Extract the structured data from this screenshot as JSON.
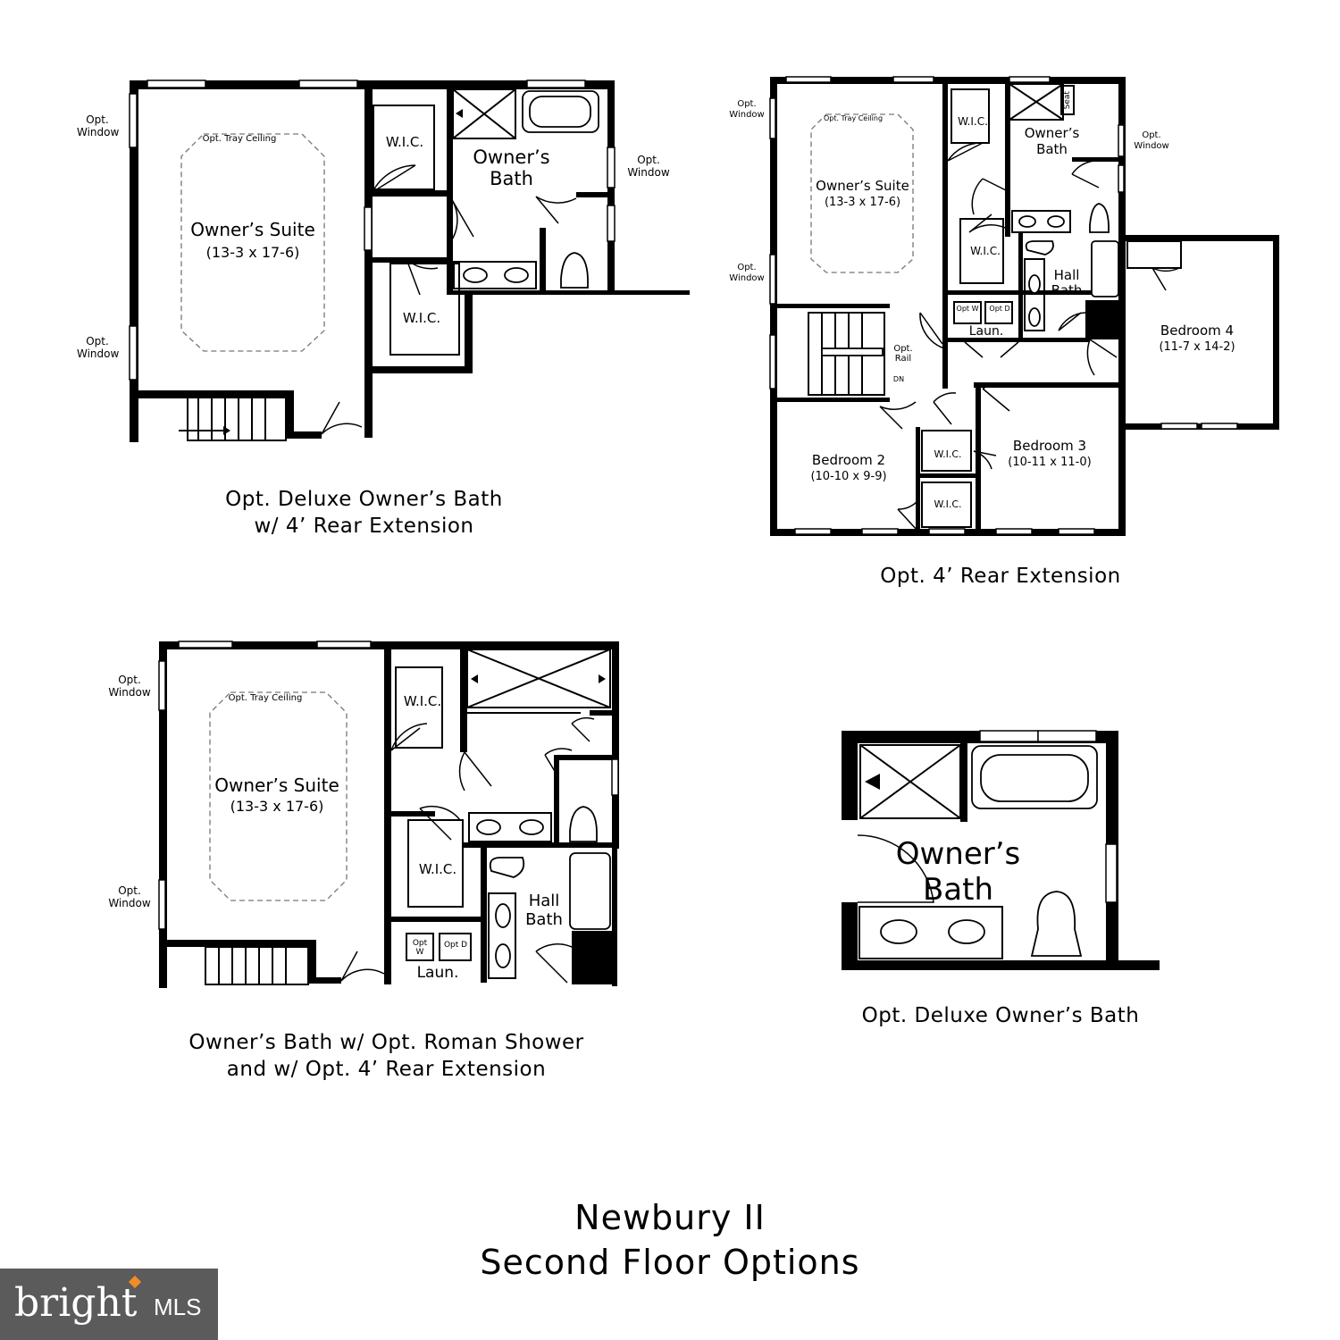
{
  "title": {
    "line1": "Newbury II",
    "line2": "Second Floor Options"
  },
  "logo": {
    "brand": "bright",
    "suffix": "MLS"
  },
  "plan_a": {
    "caption_line1": "Opt. Deluxe Owner’s Bath",
    "caption_line2": "w/ 4’ Rear Extension",
    "opt_window": "Opt. Window",
    "tray": "Opt. Tray Ceiling",
    "suite_name": "Owner’s Suite",
    "suite_size": "(13-3 x 17-6)",
    "wic": "W.I.C.",
    "bath": "Owner’s Bath"
  },
  "plan_b": {
    "caption": "Opt. 4’ Rear Extension",
    "opt_window": "Opt. Window",
    "tray": "Opt. Tray Ceiling",
    "suite_name": "Owner’s Suite",
    "suite_size": "(13-3 x 17-6)",
    "wic": "W.I.C.",
    "bath": "Owner’s Bath",
    "seat": "Seat",
    "hall_bath": "Hall Bath",
    "laundry": "Laun.",
    "opt_w": "Opt W",
    "opt_d": "Opt D",
    "opt_rail": "Opt. Rail",
    "dn": "DN",
    "bedroom2": "Bedroom 2",
    "bedroom2_size": "(10-10 x 9-9)",
    "bedroom3": "Bedroom 3",
    "bedroom3_size": "(10-11 x 11-0)",
    "bedroom4": "Bedroom 4",
    "bedroom4_size": "(11-7 x 14-2)"
  },
  "plan_c": {
    "caption_line1": "Owner’s Bath w/ Opt. Roman Shower",
    "caption_line2": "and w/ Opt. 4’ Rear Extension",
    "opt_window": "Opt. Window",
    "tray": "Opt. Tray Ceiling",
    "suite_name": "Owner’s Suite",
    "suite_size": "(13-3 x 17-6)",
    "wic": "W.I.C.",
    "hall_bath": "Hall Bath",
    "laundry": "Laun.",
    "opt_w": "Opt W",
    "opt_d": "Opt D"
  },
  "plan_d": {
    "caption": "Opt. Deluxe Owner’s Bath",
    "bath": "Owner’s Bath"
  }
}
